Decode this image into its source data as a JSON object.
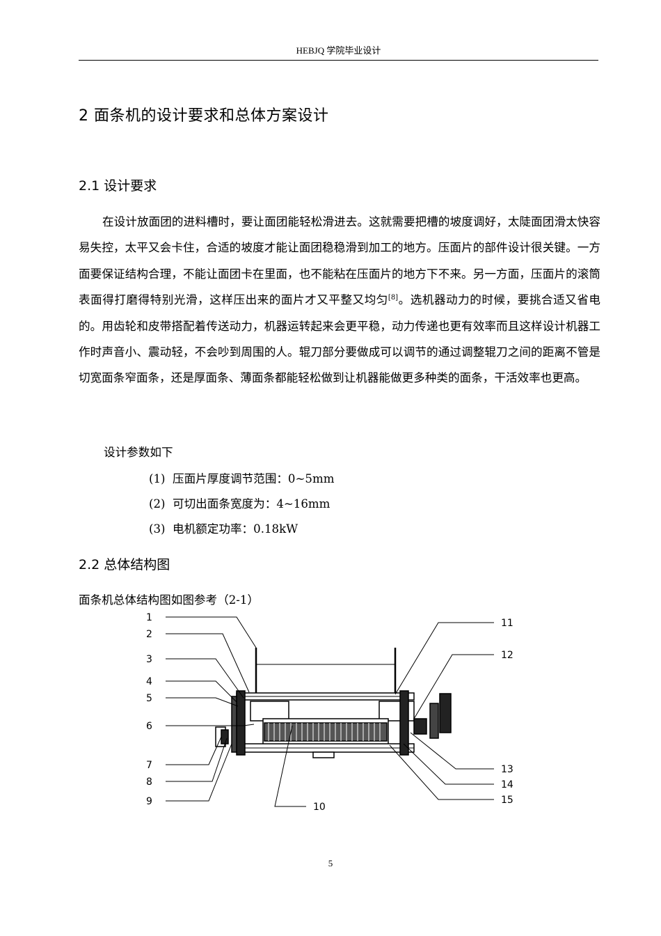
{
  "header": {
    "title": "HEBJQ 学院毕业设计"
  },
  "chapter": {
    "title": "2  面条机的设计要求和总体方案设计"
  },
  "section1": {
    "title": "2.1  设计要求",
    "para_before_cite": "在设计放面团的进料槽时，要让面团能轻松滑进去。这就需要把槽的坡度调好，太陡面团滑太快容易失控，太平又会卡住，合适的坡度才能让面团稳稳滑到加工的地方。压面片的部件设计很关键。一方面要保证结构合理，不能让面团卡在里面，也不能粘在压面片的地方下不来。另一方面，压面片的滚筒表面得打磨得特别光滑，这样压出来的面片才又平整又均匀",
    "citation": "[8]",
    "para_after_cite": "。选机器动力的时候，要挑合适又省电的。用齿轮和皮带搭配着传送动力，机器运转起来会更平稳，动力传递也更有效率而且这样设计机器工作时声音小、震动轻，不会吵到周围的人。辊刀部分要做成可以调节的通过调整辊刀之间的距离不管是切宽面条窄面条，还是厚面条、薄面条都能轻松做到让机器能做更多种类的面条，干活效率也更高。",
    "params_intro": "设计参数如下",
    "params": [
      {
        "num": "(1)",
        "text": "压面片厚度调节范围：0~5mm"
      },
      {
        "num": "(2)",
        "text": "可切出面条宽度为：4~16mm"
      },
      {
        "num": "(3)",
        "text": "电机额定功率：0.18kW"
      }
    ]
  },
  "section2": {
    "title": "2.2  总体结构图",
    "caption": "面条机总体结构图如图参考（2-1）",
    "figure_labels": [
      "1",
      "2",
      "3",
      "4",
      "5",
      "6",
      "7",
      "8",
      "9",
      "10",
      "11",
      "12",
      "13",
      "14",
      "15"
    ]
  },
  "footer": {
    "page_number": "5"
  }
}
